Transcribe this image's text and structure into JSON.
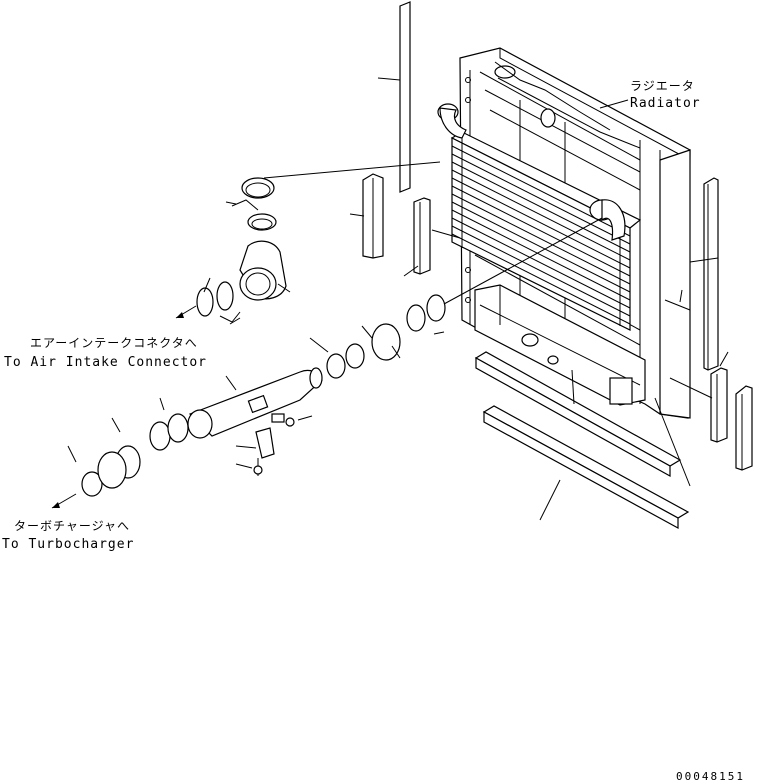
{
  "labels": {
    "radiator_jp": "ラジエータ",
    "radiator_en": "Radiator",
    "air_intake_jp": "エアーインテークコネクタへ",
    "air_intake_en": "To Air Intake Connector",
    "turbo_jp": "ターボチャージャへ",
    "turbo_en": "To Turbocharger",
    "drawing_number": "00048151"
  }
}
